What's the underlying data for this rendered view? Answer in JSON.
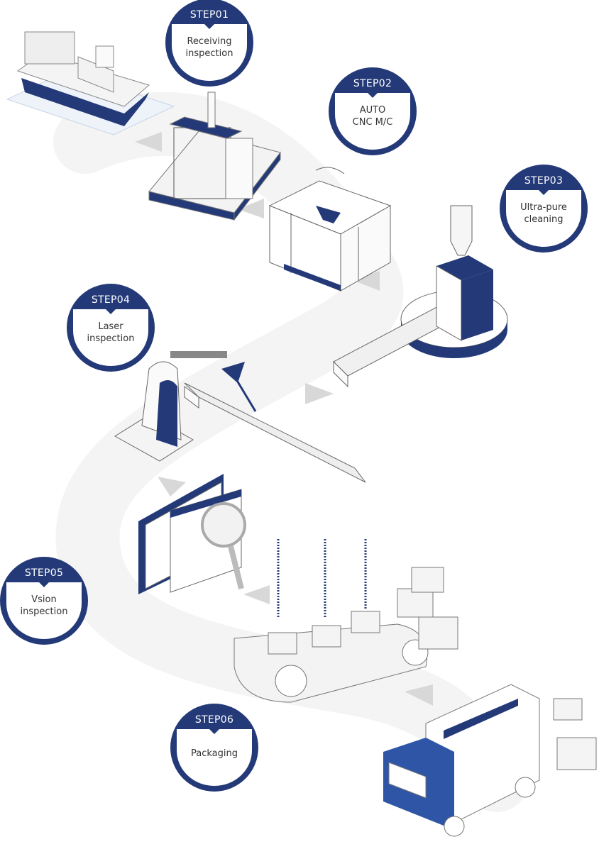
{
  "colors": {
    "navy": "#243a78",
    "path": "#f3f3f3",
    "arrow": "#d9d9d9",
    "line": "#9a9a9a"
  },
  "steps": [
    {
      "step": "STEP01",
      "label": "Receiving\ninspection"
    },
    {
      "step": "STEP02",
      "label": "AUTO\nCNC M/C"
    },
    {
      "step": "STEP03",
      "label": "Ultra-pure\ncleaning"
    },
    {
      "step": "STEP04",
      "label": "Laser\ninspection"
    },
    {
      "step": "STEP05",
      "label": "Vsion\ninspection"
    },
    {
      "step": "STEP06",
      "label": "Packaging"
    }
  ]
}
